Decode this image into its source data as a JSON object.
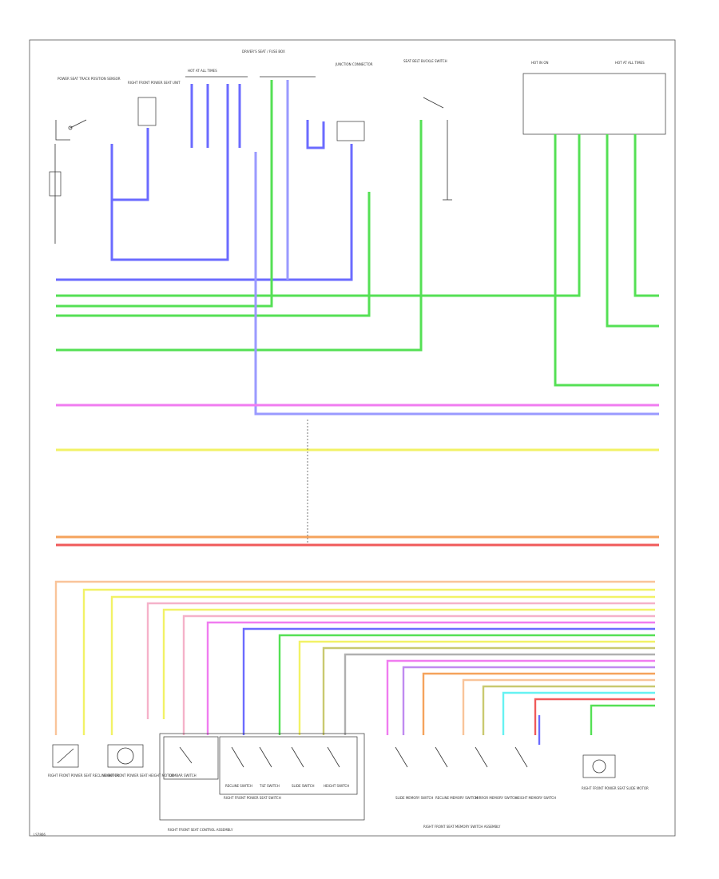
{
  "page_code": "LS7866",
  "colors": {
    "blue": "#6b6bff",
    "lightblue": "#9a9aff",
    "green": "#55e055",
    "magenta": "#f07cf0",
    "yellow": "#f2f266",
    "orange": "#f5a35c",
    "red": "#f05a5a",
    "lightorange": "#f9c49a",
    "pink": "#f5b2c9",
    "cyan": "#66f2f2",
    "olive": "#c9c970",
    "purple": "#c08af0",
    "gray": "#b0b0b0"
  },
  "top_components": [
    {
      "id": "c1",
      "text": "POWER SEAT TRACK POSITION SENSOR"
    },
    {
      "id": "c2",
      "text": "RIGHT FRONT POWER SEAT UNIT"
    },
    {
      "id": "c3",
      "text": "HOT AT ALL TIMES"
    },
    {
      "id": "c4",
      "text": "DRIVER'S SEAT / FUSE BOX"
    },
    {
      "id": "c5",
      "text": "JUNCTION CONNECTOR"
    },
    {
      "id": "c6",
      "text": "SEAT BELT BUCKLE SWITCH"
    },
    {
      "id": "c7",
      "text": "HOT IN ON"
    },
    {
      "id": "c8",
      "text": "HOT AT ALL TIMES"
    }
  ],
  "bottom_components": [
    {
      "id": "b1",
      "text": "RIGHT FRONT POWER SEAT RECLINE MOTOR"
    },
    {
      "id": "b2",
      "text": "RIGHT FRONT POWER SEAT HEIGHT MOTOR"
    },
    {
      "id": "b3",
      "text": "LUMBAR SWITCH"
    },
    {
      "id": "b4",
      "text": "RECLINE SWITCH"
    },
    {
      "id": "b5",
      "text": "TILT SWITCH"
    },
    {
      "id": "b6",
      "text": "SLIDE SWITCH"
    },
    {
      "id": "b7",
      "text": "HEIGHT SWITCH"
    },
    {
      "id": "b8",
      "text": "SLIDE MEMORY SWITCH"
    },
    {
      "id": "b9",
      "text": "RECLINE MEMORY SWITCH"
    },
    {
      "id": "b10",
      "text": "MIRROR MEMORY SWITCH"
    },
    {
      "id": "b11",
      "text": "HEIGHT MEMORY SWITCH"
    },
    {
      "id": "b12",
      "text": "RIGHT FRONT POWER SEAT SLIDE MOTOR"
    }
  ],
  "group_labels": {
    "seat_switch": "RIGHT FRONT POWER SEAT SWITCH",
    "assembly_left": "RIGHT FRONT SEAT CONTROL ASSEMBLY",
    "assembly_right": "RIGHT FRONT SEAT MEMORY SWITCH ASSEMBLY"
  }
}
